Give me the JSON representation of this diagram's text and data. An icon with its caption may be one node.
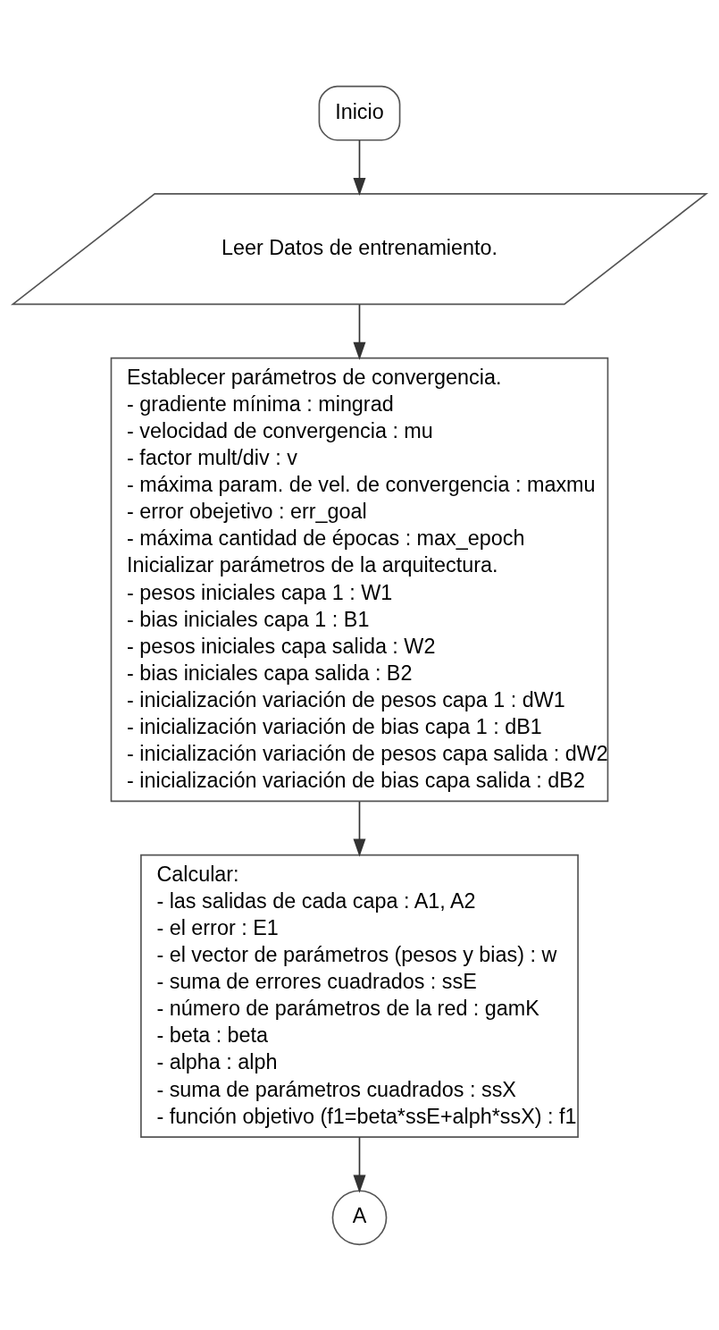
{
  "diagram": {
    "nodes": [
      {
        "text": [
          "Inicio"
        ]
      },
      {
        "text": [
          "Leer Datos de entrenamiento."
        ]
      },
      {
        "text": [
          "Establecer parámetros de convergencia.",
          "- gradiente mínima : mingrad",
          "- velocidad de convergencia : mu",
          "- factor mult/div : v",
          "- máxima param. de vel. de convergencia : maxmu",
          "- error obejetivo : err_goal",
          "- máxima cantidad de épocas : max_epoch",
          "Inicializar parámetros de la arquitectura.",
          "- pesos iniciales capa 1 : W1",
          "- bias iniciales capa 1 : B1",
          "- pesos iniciales capa salida : W2",
          "- bias iniciales capa salida : B2",
          "- inicialización variación de pesos capa 1 : dW1",
          "- inicialización variación de bias capa 1 : dB1",
          "- inicialización variación de pesos capa salida : dW2",
          "- inicialización variación de bias capa salida : dB2"
        ]
      },
      {
        "text": [
          "Calcular:",
          "- las salidas de cada capa : A1, A2",
          "- el error : E1",
          "- el vector de parámetros (pesos y bias) : w",
          "- suma de errores cuadrados : ssE",
          "- número de parámetros de la red : gamK",
          "- beta : beta",
          "- alpha : alph",
          "- suma de parámetros cuadrados : ssX",
          "- función objetivo (f1=beta*ssE+alph*ssX) : f1"
        ]
      },
      {
        "text": [
          "A"
        ]
      }
    ],
    "edges": [
      {
        "from": 0,
        "to": 1,
        "arrow": "to"
      },
      {
        "from": 1,
        "to": 2,
        "arrow": "to"
      },
      {
        "from": 2,
        "to": 3,
        "arrow": "to"
      },
      {
        "from": 3,
        "to": 4,
        "arrow": "to"
      }
    ]
  }
}
